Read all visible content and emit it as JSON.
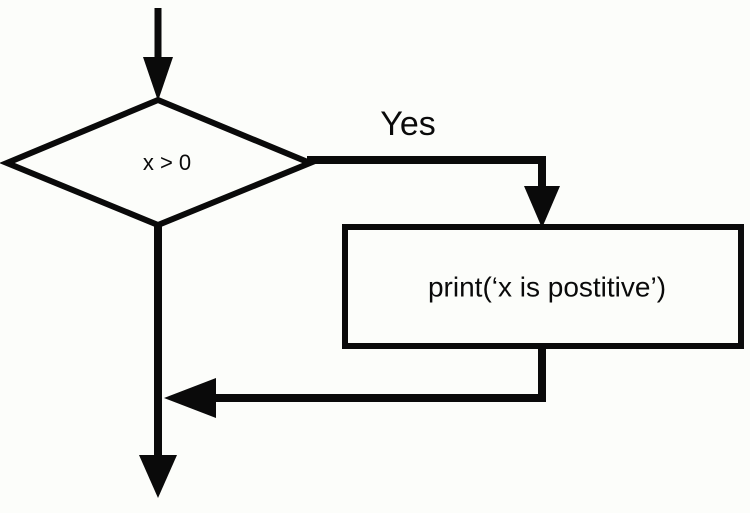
{
  "diagram": {
    "type": "flowchart",
    "title": "",
    "background_color": "#fcfdfa",
    "line_color": "#0a0a0a",
    "nodes": [
      {
        "id": "decision",
        "shape": "diamond",
        "label": "x > 0",
        "name": "decision-node-x-greater-than-zero"
      },
      {
        "id": "process",
        "shape": "rectangle",
        "label": "print(‘x is postitive’)",
        "name": "process-node-print-statement"
      }
    ],
    "edges": [
      {
        "id": "entry",
        "from": "",
        "to": "decision",
        "label": "",
        "name": "entry-arrow"
      },
      {
        "id": "yes-branch",
        "from": "decision",
        "to": "process",
        "label": "Yes",
        "name": "yes-branch-arrow"
      },
      {
        "id": "return",
        "from": "process",
        "to": "exit-trunk",
        "label": "",
        "name": "return-arrow"
      },
      {
        "id": "exit",
        "from": "decision",
        "to": "",
        "label": "",
        "name": "exit-arrow"
      }
    ]
  }
}
